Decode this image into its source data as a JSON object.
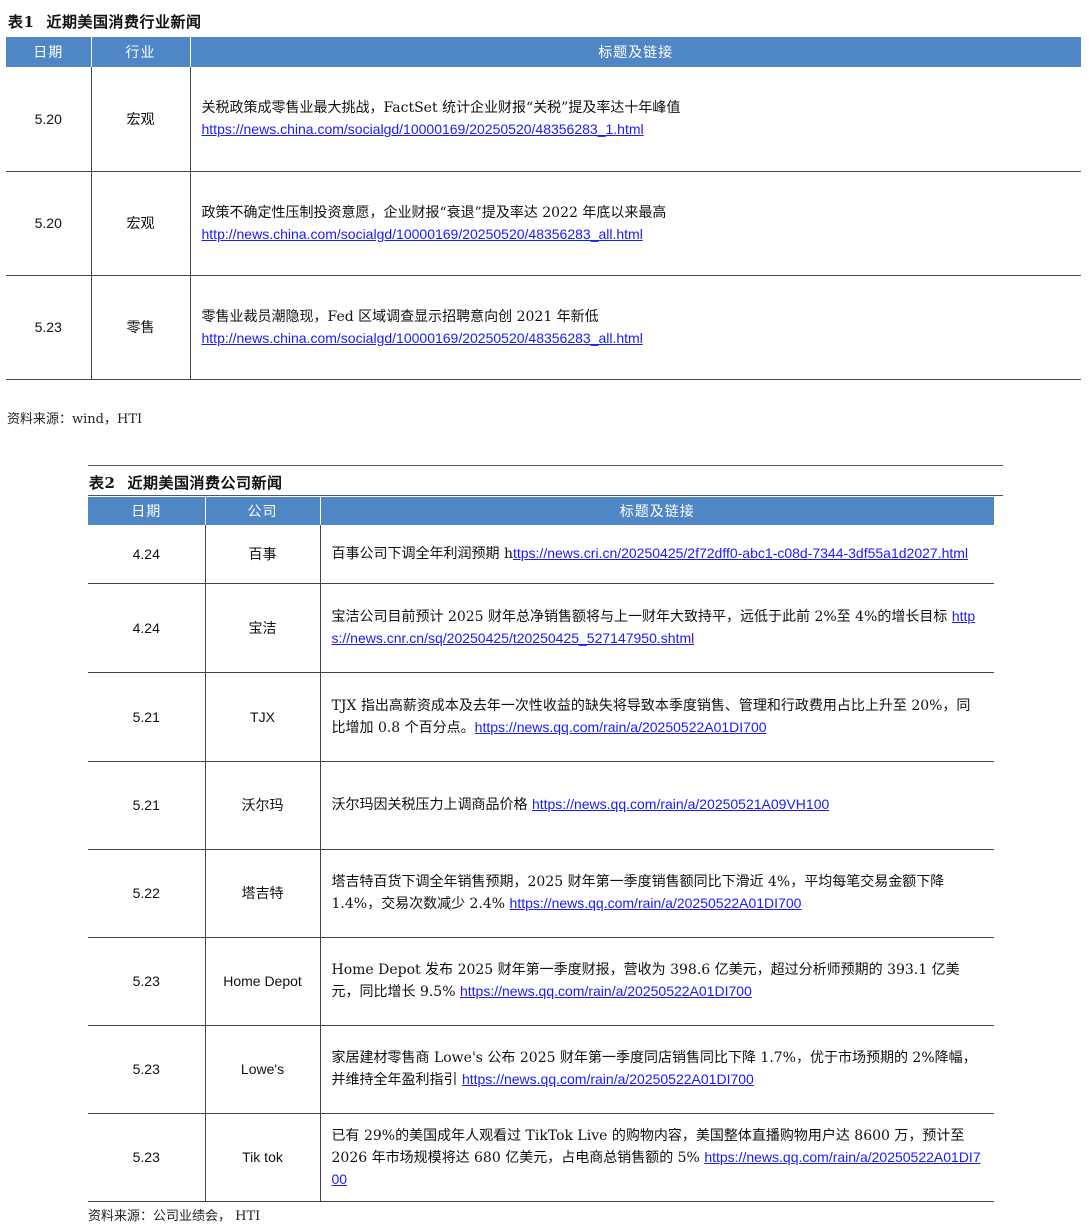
{
  "table1": {
    "title_num": "表1",
    "title_text": "近期美国消费行业新闻",
    "headers": [
      "日期",
      "行业",
      "标题及链接"
    ],
    "rows": [
      {
        "date": "5.20",
        "industry": "宏观",
        "title": "关税政策成零售业最大挑战，FactSet 统计企业财报“关税”提及率达十年峰值",
        "link": "https://news.china.com/socialgd/10000169/20250520/48356283_1.html"
      },
      {
        "date": "5.20",
        "industry": "宏观",
        "title": "政策不确定性压制投资意愿，企业财报“衰退”提及率达 2022 年底以来最高",
        "link": "http://news.china.com/socialgd/10000169/20250520/48356283_all.html"
      },
      {
        "date": "5.23",
        "industry": "零售",
        "title": "零售业裁员潮隐现，Fed 区域调查显示招聘意向创 2021 年新低",
        "link": "http://news.china.com/socialgd/10000169/20250520/48356283_all.html"
      }
    ],
    "source": "资料来源：wind，HTI"
  },
  "table2": {
    "title_num": "表2",
    "title_text": "近期美国消费公司新闻",
    "headers": [
      "日期",
      "公司",
      "标题及链接"
    ],
    "rows": [
      {
        "date": "4.24",
        "company": "百事",
        "title": "百事公司下调全年利润预期 h",
        "link": "ttps://news.cri.cn/20250425/2f72dff0-abc1-c08d-7344-3df55a1d2027.html"
      },
      {
        "date": "4.24",
        "company": "宝洁",
        "title": "宝洁公司目前预计 2025 财年总净销售额将与上一财年大致持平，远低于此前 2%至 4%的增长目标 ",
        "link": "https://news.cnr.cn/sq/20250425/t20250425_527147950.shtml"
      },
      {
        "date": "5.21",
        "company": "TJX",
        "title": "TJX 指出高薪资成本及去年一次性收益的缺失将导致本季度销售、管理和行政费用占比上升至 20%，同比增加 0.8 个百分点。",
        "link": "https://news.qq.com/rain/a/20250522A01DI700"
      },
      {
        "date": "5.21",
        "company": "沃尔玛",
        "title": "沃尔玛因关税压力上调商品价格 ",
        "link": "https://news.qq.com/rain/a/20250521A09VH100"
      },
      {
        "date": "5.22",
        "company": "塔吉特",
        "title": "塔吉特百货下调全年销售预期，2025 财年第一季度销售额同比下滑近 4%，平均每笔交易金额下降 1.4%，交易次数减少 2.4% ",
        "link": "https://news.qq.com/rain/a/20250522A01DI700"
      },
      {
        "date": "5.23",
        "company": "Home Depot",
        "title": "Home Depot 发布 2025 财年第一季度财报，营收为 398.6 亿美元，超过分析师预期的 393.1 亿美元，同比增长 9.5% ",
        "link": "https://news.qq.com/rain/a/20250522A01DI700"
      },
      {
        "date": "5.23",
        "company": "Lowe's",
        "title": "家居建材零售商 Lowe's 公布 2025 财年第一季度同店销售同比下降 1.7%，优于市场预期的 2%降幅，并维持全年盈利指引 ",
        "link": "https://news.qq.com/rain/a/20250522A01DI700"
      },
      {
        "date": "5.23",
        "company": "Tik tok",
        "title": "已有 29%的美国成年人观看过 TikTok Live 的购物内容，美国整体直播购物用户达 8600 万，预计至 2026 年市场规模将达 680 亿美元，占电商总销售额的 5% ",
        "link": "https://news.qq.com/rain/a/20250522A01DI700"
      }
    ],
    "source": "资料来源：公司业绩会， HTI"
  },
  "colors": {
    "header_bg": "#4f86c6",
    "header_text": "#ffffff",
    "link": "#1a1aff"
  }
}
